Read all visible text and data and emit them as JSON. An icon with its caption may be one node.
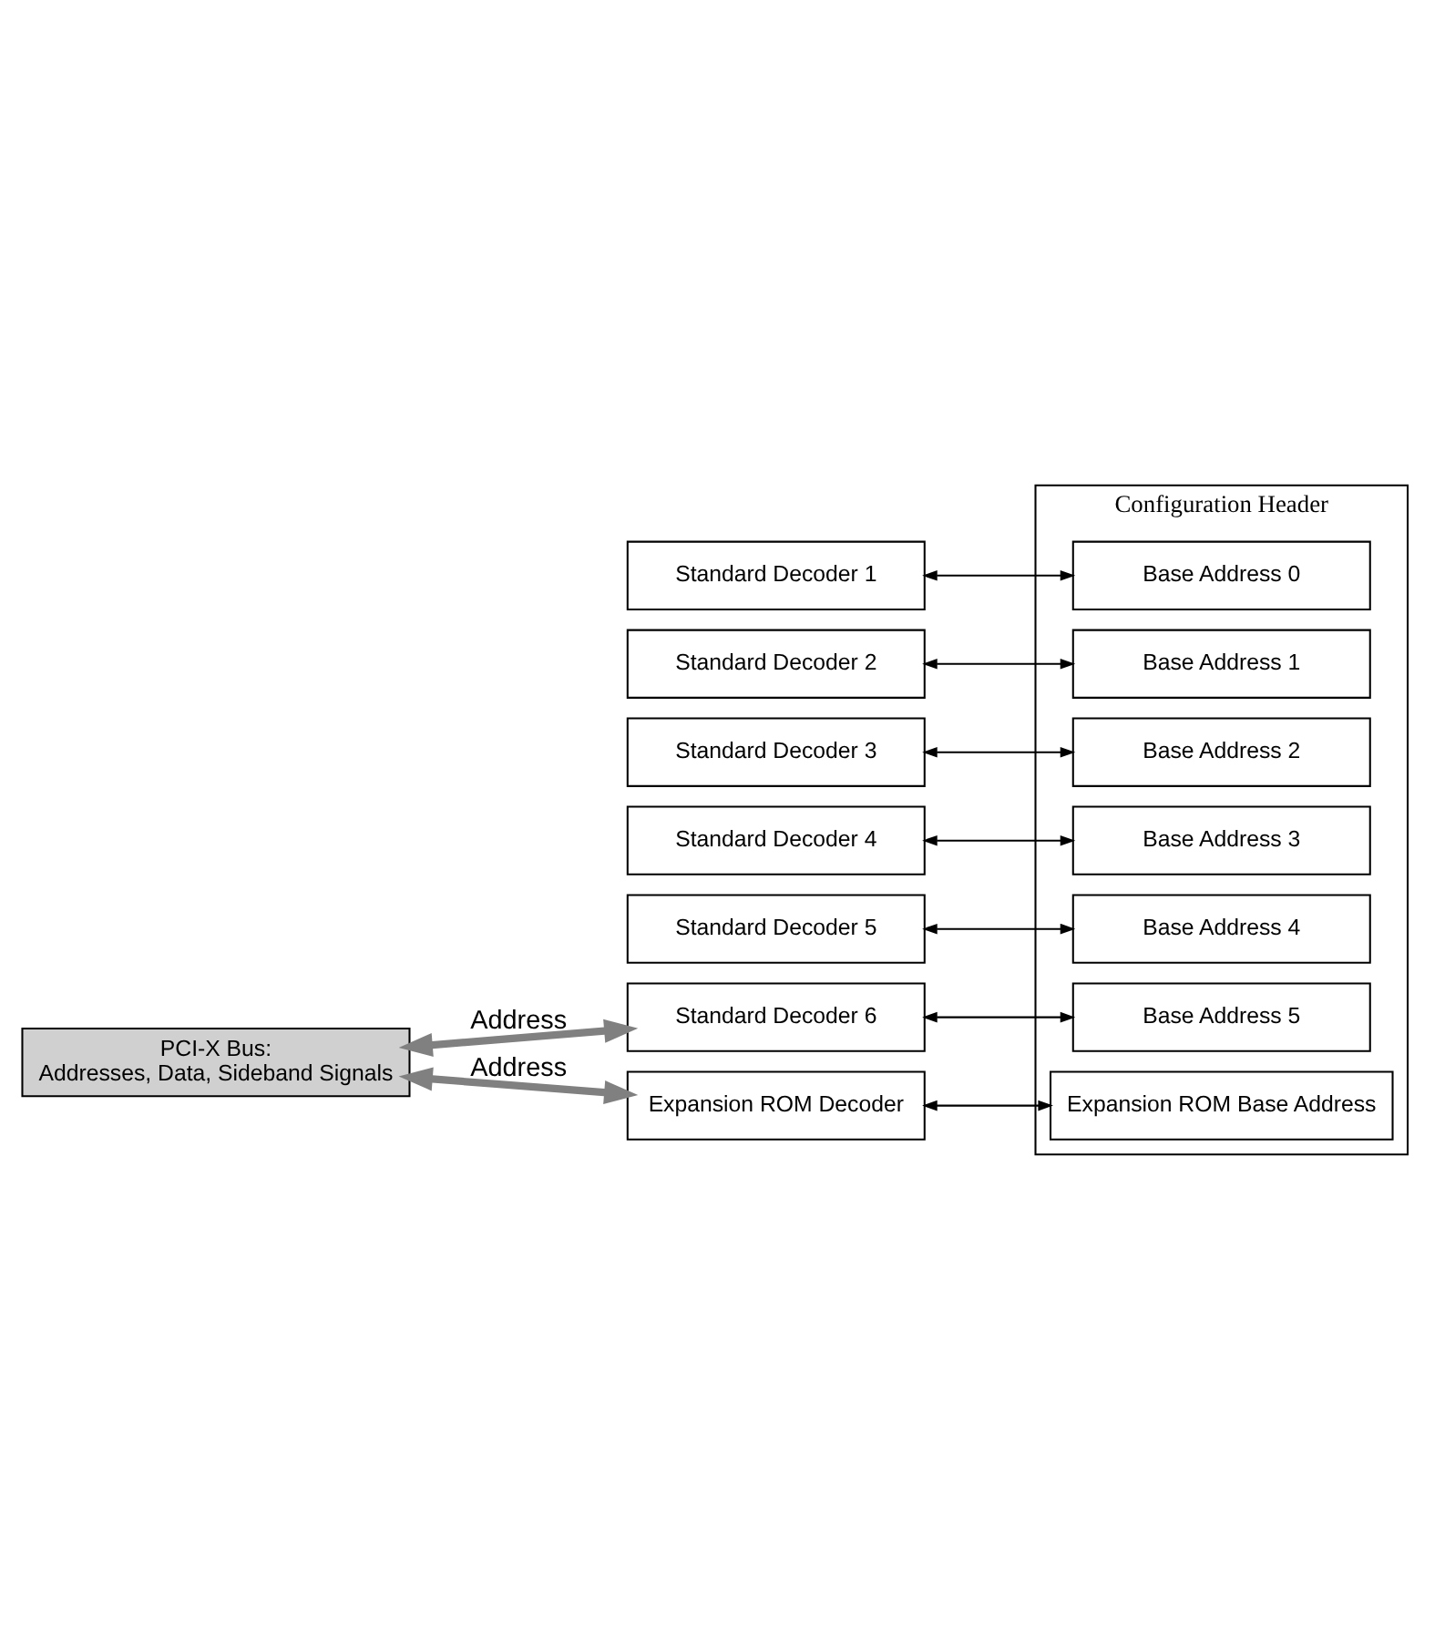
{
  "diagram": {
    "nodes": [
      {
        "text": [
          "Configuration Header"
        ]
      },
      {
        "text": [
          "Standard Decoder 1"
        ]
      },
      {
        "text": [
          "Standard Decoder 2"
        ]
      },
      {
        "text": [
          "Standard Decoder 3"
        ]
      },
      {
        "text": [
          "Standard Decoder 4"
        ]
      },
      {
        "text": [
          "Standard Decoder 5"
        ]
      },
      {
        "text": [
          "Standard Decoder 6"
        ]
      },
      {
        "text": [
          "Base Address 0"
        ],
        "in": 0
      },
      {
        "text": [
          "Base Address 1"
        ],
        "in": 0
      },
      {
        "text": [
          "Base Address 2"
        ],
        "in": 0
      },
      {
        "text": [
          "Base Address 3"
        ],
        "in": 0
      },
      {
        "text": [
          "Base Address 4"
        ],
        "in": 0
      },
      {
        "text": [
          "Base Address 5"
        ],
        "in": 0
      },
      {
        "text": [
          "Expansion ROM Decoder"
        ]
      },
      {
        "text": [
          "Expansion ROM Base Address"
        ],
        "in": 0
      },
      {
        "text": [
          "PCI-X Bus:",
          "Addresses, Data, Sideband Signals"
        ]
      }
    ],
    "edges": [
      {
        "from": 1,
        "to": 7,
        "arrow": "both"
      },
      {
        "from": 2,
        "to": 8,
        "arrow": "both"
      },
      {
        "from": 3,
        "to": 9,
        "arrow": "both"
      },
      {
        "from": 4,
        "to": 10,
        "arrow": "both"
      },
      {
        "from": 5,
        "to": 11,
        "arrow": "both"
      },
      {
        "from": 6,
        "to": 12,
        "arrow": "both"
      },
      {
        "from": 13,
        "to": 14,
        "arrow": "both"
      },
      {
        "from": 15,
        "to": 6,
        "arrow": "both",
        "label": "Address",
        "style": "thick",
        "color": "#808080"
      },
      {
        "from": 15,
        "to": 13,
        "arrow": "both",
        "label": "Address",
        "style": "thick",
        "color": "#808080"
      }
    ]
  }
}
